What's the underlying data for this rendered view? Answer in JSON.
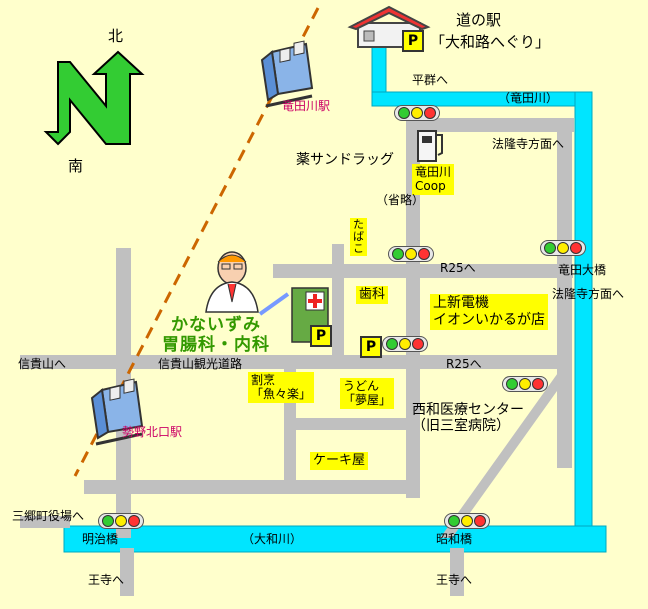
{
  "compass": {
    "north": "北",
    "south": "南"
  },
  "roadside_station": {
    "name": "道の駅",
    "subname": "「大和路へぐり」",
    "to_heguri": "平群へ"
  },
  "rivers": {
    "tatsuta": "（竜田川）",
    "yamato": "（大和川）"
  },
  "stations": {
    "tatsutagawa": "竜田川駅",
    "seyakitaguchi": "勢野北口駅"
  },
  "places": {
    "drugstore": "薬サンドラッグ",
    "coop": "竜田川\nCoop",
    "omitted": "（省略）",
    "tobacco": "た\nば\nこ",
    "dental": "歯科",
    "electronics": "上新電機\nイオンいかるが店",
    "restaurant": "割烹\n「魚々楽」",
    "udon": "うどん\n「夢屋」",
    "hospital": "西和医療センター\n（旧三室病院）",
    "cake": "ケーキ屋",
    "clinic": "かないずみ\n胃腸科・内科"
  },
  "roads": {
    "horyuji_1": "法隆寺方面へ",
    "horyuji_2": "法隆寺方面へ",
    "r25_upper": "R25へ",
    "r25_lower": "R25へ",
    "shigisan_to": "信貴山へ",
    "shigisan_road": "信貴山観光道路",
    "tatsuta_bridge": "竜田大橋",
    "sango_office": "三郷町役場へ",
    "meiji_bridge": "明治橋",
    "showa_bridge": "昭和橋",
    "oji_left": "王寺へ",
    "oji_right": "王寺へ"
  },
  "icons": [
    "compass-arrow-icon",
    "roadside-station-icon",
    "parking-icon",
    "train-icon",
    "gas-pump-icon",
    "traffic-signal-icon",
    "doctor-icon",
    "clinic-building-icon"
  ],
  "colors": {
    "background": "#ffffcc",
    "road": "#c0c0c0",
    "river": "#00e5ff",
    "highlight": "#ffff00",
    "railway": "#cc6600",
    "station_text": "#cc0066",
    "clinic_text": "#339900"
  }
}
